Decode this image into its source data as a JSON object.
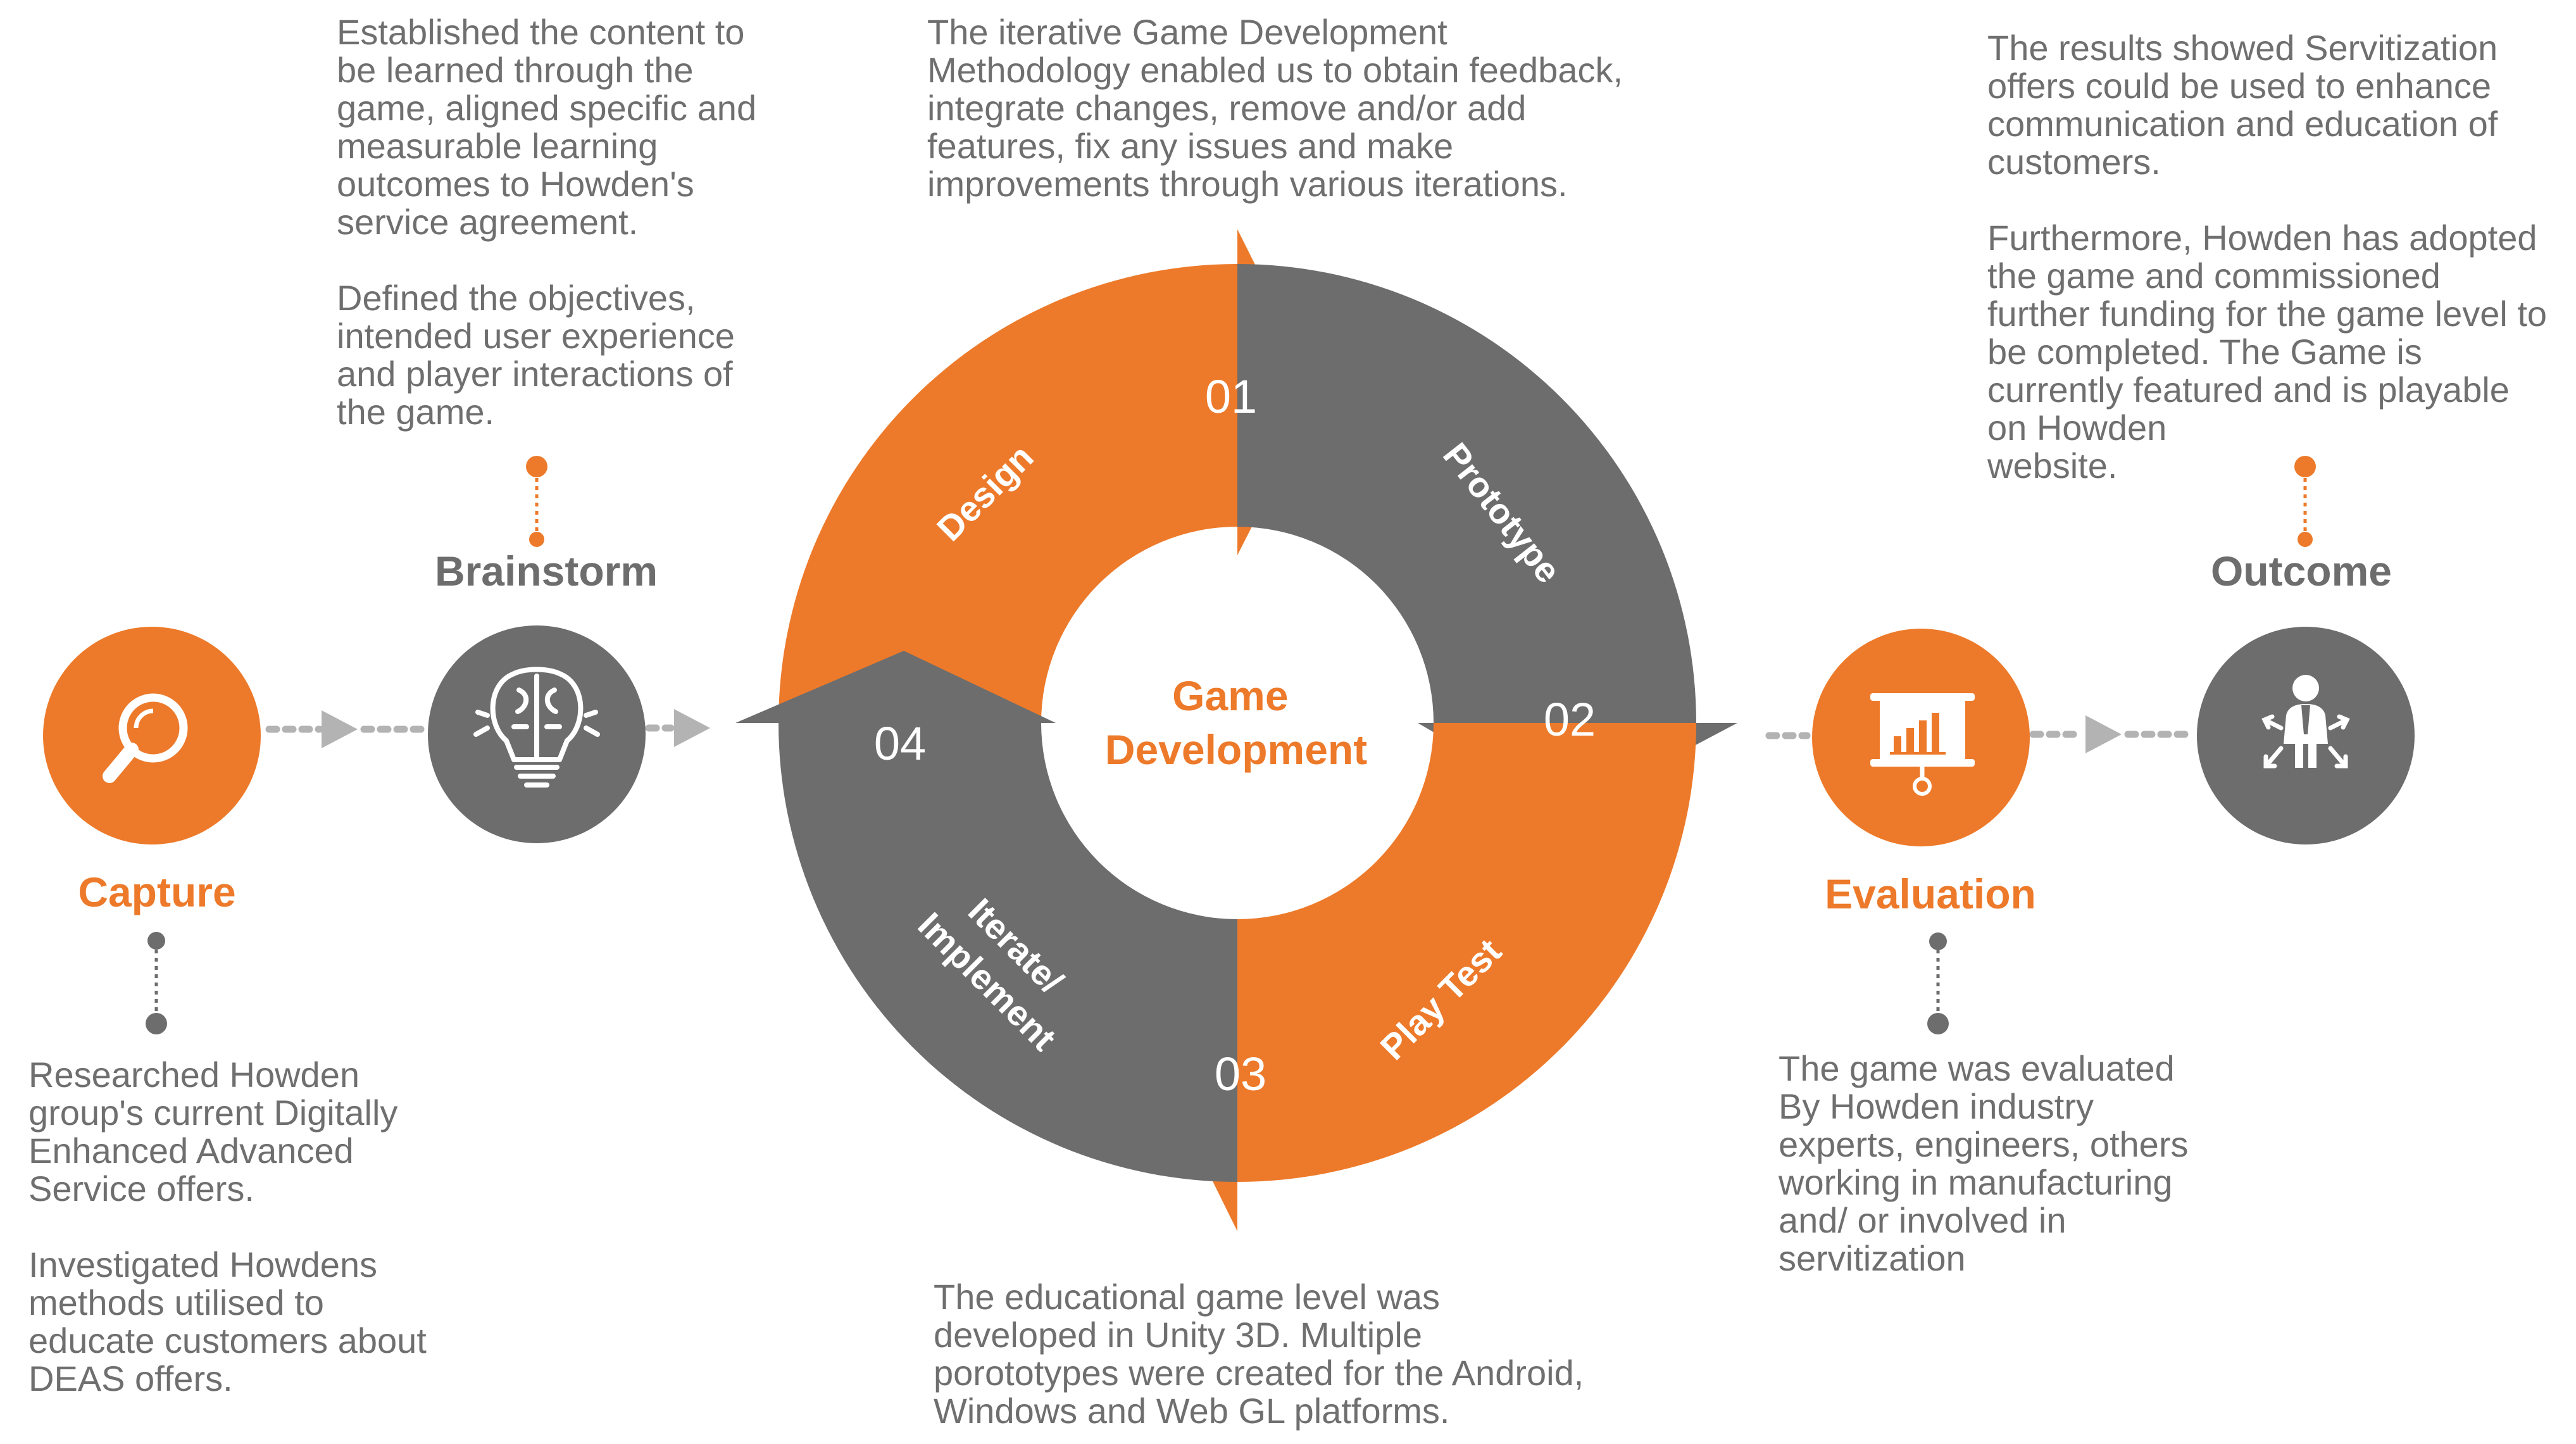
{
  "colors": {
    "orange": "#ed7a2a",
    "gray": "#6d6d6d",
    "text": "#6f6f6f",
    "connector": "#b3b3b3"
  },
  "stages": {
    "capture": {
      "label": "Capture",
      "icon": "magnifier-icon",
      "desc": [
        "Researched Howden",
        "group's current Digitally",
        "Enhanced Advanced",
        "Service offers.",
        "",
        "Investigated Howdens",
        "methods utilised to",
        "educate customers about",
        "DEAS offers."
      ]
    },
    "brainstorm": {
      "label": "Brainstorm",
      "icon": "lightbulb-brain-icon",
      "desc": [
        "Established the content to",
        "be learned through the",
        "game, aligned specific and",
        "measurable learning",
        "outcomes to Howden's",
        "service agreement.",
        "",
        "Defined the objectives,",
        "intended user experience",
        "and player interactions of",
        "the game."
      ]
    },
    "evaluation": {
      "label": "Evaluation",
      "icon": "presentation-chart-icon",
      "desc": [
        "The game was evaluated",
        "By Howden industry",
        "experts, engineers, others",
        "working in manufacturing",
        "and/ or involved in",
        "servitization"
      ]
    },
    "outcome": {
      "label": "Outcome",
      "icon": "person-arrows-icon",
      "desc": [
        "The results showed  Servitization",
        "offers could be used to enhance",
        "communication and education of",
        "customers.",
        "",
        "Furthermore, Howden has adopted",
        "the game and commissioned",
        "further funding for the game level to",
        "be completed. The Game is",
        "currently featured and is playable",
        "on Howden",
        "website."
      ]
    }
  },
  "cycle": {
    "center_title": [
      "Game",
      "Development"
    ],
    "design": {
      "num": "01",
      "label": "Design"
    },
    "prototype": {
      "num": "02",
      "label": "Prototype"
    },
    "playtest": {
      "num": "03",
      "label": "Play Test"
    },
    "iterate": {
      "num": "04",
      "label_lines": [
        "Iterate/",
        "Implement"
      ]
    },
    "top_desc": [
      "The iterative Game Development",
      "Methodology enabled us to obtain feedback,",
      "integrate changes, remove and/or add",
      "features, fix any issues and make",
      "improvements through various iterations."
    ],
    "bottom_desc": [
      "The educational game level was",
      "developed in Unity 3D. Multiple",
      "porototypes were created for the Android,",
      "Windows and Web GL platforms."
    ]
  }
}
